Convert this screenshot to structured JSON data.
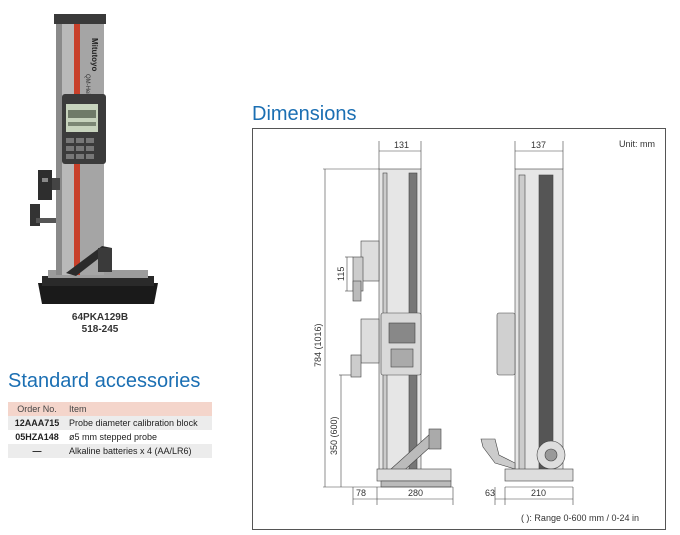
{
  "product": {
    "code1": "64PKA129B",
    "code2": "518-245",
    "brand_on_device": "Mitutoyo",
    "model_on_device": "QM-Height"
  },
  "accessories": {
    "title": "Standard accessories",
    "headers": {
      "order": "Order No.",
      "item": "Item"
    },
    "rows": [
      {
        "order": "12AAA715",
        "item": "Probe diameter calibration block"
      },
      {
        "order": "05HZA148",
        "item": "ø5 mm stepped probe"
      },
      {
        "order": "—",
        "item": "Alkaline batteries x 4 (AA/LR6)"
      }
    ]
  },
  "dimensions": {
    "title": "Dimensions",
    "unit": "Unit: mm",
    "range_note": "(   ): Range 0-600 mm / 0-24 in",
    "front": {
      "width_top": "131",
      "bracket_height": "115",
      "total_height": "784 (1016)",
      "lower_height": "350 (600)",
      "base_offset": "78",
      "base_width": "280"
    },
    "side": {
      "width_top": "137",
      "probe_offset": "63",
      "base_depth": "210"
    }
  },
  "colors": {
    "title_blue": "#1b6fb3",
    "header_pink": "#f4d5cb",
    "row_gray": "#ececec",
    "accent_red": "#c8402a"
  }
}
